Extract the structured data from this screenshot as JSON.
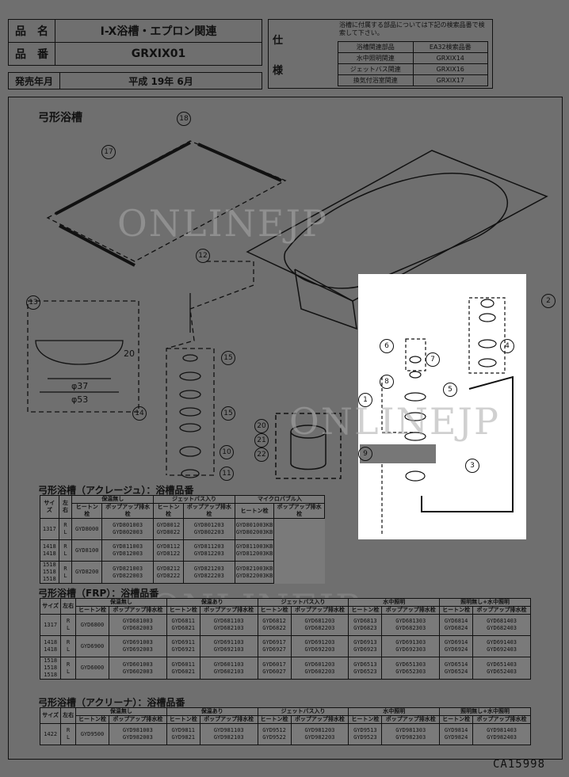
{
  "header": {
    "hinmei_label": "品　名",
    "hinmei_value": "I-X浴槽・エプロン関連",
    "hinban_label": "品　番",
    "hinban_value": "GRXIX01",
    "release_label": "発売年月",
    "release_value": "平成 19年 6月",
    "spec_label_1": "仕",
    "spec_label_2": "様",
    "spec_note": "浴槽に付属する部品については下記の検索品番で検索して下さい。",
    "spec_rows": [
      [
        "浴槽関連部品",
        "EA32検索品番"
      ],
      [
        "水中照明関連",
        "GRXIX14"
      ],
      [
        "ジェットバス関連",
        "GRXIX16"
      ],
      [
        "換気付浴室関連",
        "GRXIX17"
      ]
    ]
  },
  "diagram": {
    "title": "弓形浴槽",
    "watermark": "ONLINEJP",
    "dim_20": "20",
    "dim_37": "φ37",
    "dim_53": "φ53",
    "callouts": [
      "17",
      "18",
      "12",
      "13",
      "15",
      "14",
      "15",
      "10",
      "11",
      "20",
      "21",
      "22",
      "1",
      "2",
      "3",
      "4",
      "5",
      "6",
      "7",
      "8",
      "9"
    ]
  },
  "table1": {
    "title": "弓形浴槽（アクレージュ）：浴槽品番",
    "headers": [
      "サイズ",
      "左右",
      "ヒートン栓",
      "ポップアップ排水栓",
      "ヒートン栓",
      "ポップアップ排水栓",
      "ヒートン栓",
      "ポップアップ排水栓"
    ],
    "groups": [
      "保温無し",
      "ジェットバス入り",
      "マイクロバブル入"
    ],
    "rows": [
      [
        "1317",
        "R L",
        "GYD8000",
        "GYD801003 GYD802003",
        "GYD8012 GYD8022",
        "GYD801203 GYD802203",
        "GYD801003KB GYD802003KB"
      ],
      [
        "1418 1418",
        "R L",
        "GYD8100",
        "GYD811003 GYD812003",
        "GYD8112 GYD8122",
        "GYD811203 GYD812203",
        "GYD811003KB GYD812003KB"
      ],
      [
        "1518 1518 1518",
        "R L",
        "GYD8200",
        "GYD821003 GYD822003",
        "GYD8212 GYD8222",
        "GYD821203 GYD822203",
        "GYD821003KB GYD822003KB"
      ]
    ]
  },
  "table2": {
    "title": "弓形浴槽（FRP）：浴槽品番",
    "groups": [
      "保温無し",
      "保温あり",
      "ジェットバス入り",
      "水中照明",
      "照明無し+水中照明"
    ],
    "headers": [
      "サイズ",
      "左右",
      "ヒートン栓",
      "ポップアップ排水栓",
      "ヒートン栓",
      "ポップアップ排水栓",
      "ヒートン栓",
      "ポップアップ排水栓",
      "ヒートン栓",
      "ポップアップ排水栓",
      "ヒートン栓",
      "ポップアップ排水栓"
    ],
    "rows": [
      [
        "1317",
        "R L",
        "GYD6800",
        "GYD681003 GYD682003",
        "GYD6811 GYD6821",
        "GYD681103 GYD682103",
        "GYD6812 GYD6822",
        "GYD681203 GYD682203",
        "GYD6813 GYD6823",
        "GYD681303 GYD682303",
        "GYD6814 GYD6824",
        "GYD681403 GYD682403"
      ],
      [
        "1418 1418",
        "R L",
        "GYD6900",
        "GYD691003 GYD692003",
        "GYD6911 GYD6921",
        "GYD691103 GYD692103",
        "GYD6917 GYD6927",
        "GYD691203 GYD692203",
        "GYD6913 GYD6923",
        "GYD691303 GYD692303",
        "GYD6914 GYD6924",
        "GYD691403 GYD692403"
      ],
      [
        "1518 1518 1518",
        "R L",
        "GYD6000",
        "GYD601003 GYD602003",
        "GYD6011 GYD6021",
        "GYD601103 GYD602103",
        "GYD6017 GYD6027",
        "GYD601203 GYD602203",
        "GYD6513 GYD6523",
        "GYD651303 GYD652303",
        "GYD6514 GYD6524",
        "GYD651403 GYD652403"
      ]
    ]
  },
  "table3": {
    "title": "弓形浴槽（アクリーナ）：浴槽品番",
    "groups": [
      "保温無し",
      "保温あり",
      "ジェットバス入り",
      "水中照明",
      "照明無し+水中照明"
    ],
    "headers": [
      "サイズ",
      "左右",
      "ヒートン栓",
      "ポップアップ排水栓",
      "ヒートン栓",
      "ポップアップ排水栓",
      "ヒートン栓",
      "ポップアップ排水栓",
      "ヒートン栓",
      "ポップアップ排水栓",
      "ヒートン栓",
      "ポップアップ排水栓"
    ],
    "rows": [
      [
        "1422",
        "R L",
        "GYD9500",
        "GYD981003 GYD982003",
        "GYD9811 GYD9821",
        "GYD981103 GYD982103",
        "GYD9512 GYD9522",
        "GYD981203 GYD982203",
        "GYD9513 GYD9523",
        "GYD981303 GYD982303",
        "GYD9814 GYD9824",
        "GYD981403 GYD982403"
      ]
    ]
  },
  "footer_code": "CA15998"
}
